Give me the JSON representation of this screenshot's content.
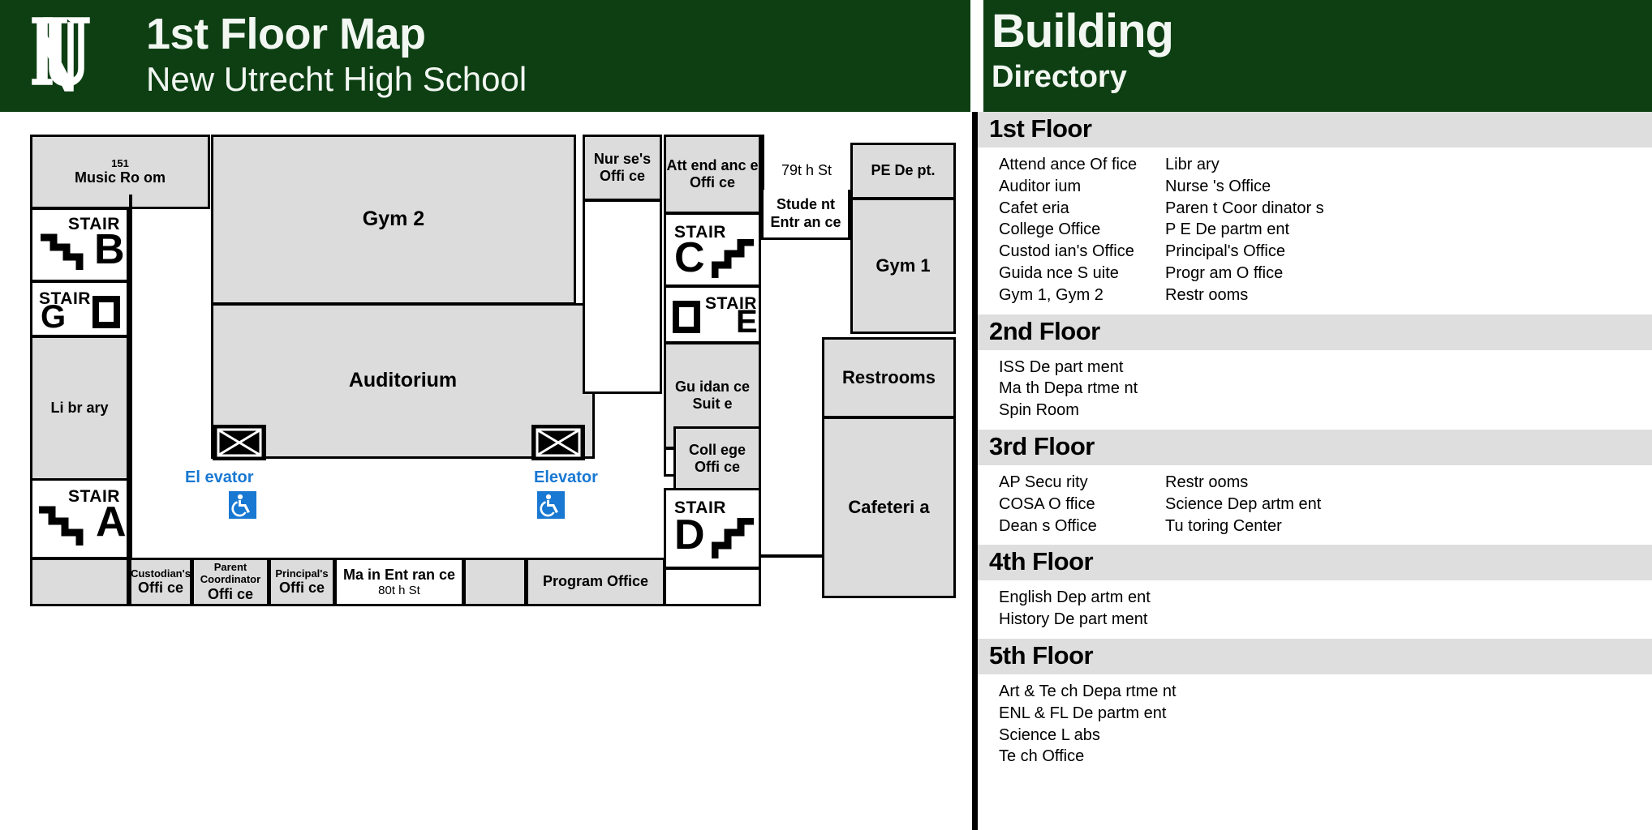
{
  "header": {
    "logo_alt": "nu-monogram-logo",
    "title": "1st Floor Map",
    "subtitle": "New Utrecht High School",
    "directory_title": "Building",
    "directory_title2": "Directory",
    "green": "#0d3f13"
  },
  "directory": {
    "sections": [
      {
        "floor": "1st Floor",
        "col1": [
          "Attend ance Of fice",
          "Auditor ium",
          "Cafet eria",
          "College  Office",
          "Custod ian's Office",
          "Guida nce S uite",
          "Gym  1, Gym  2"
        ],
        "col2": [
          "Libr ary",
          "Nurse 's  Office",
          "Paren t Coor dinator s",
          "P E De partm ent",
          "Principal's Office",
          "Progr am O ffice",
          "Restr ooms"
        ]
      },
      {
        "floor": "2nd Floor",
        "col1": [
          "ISS De part ment",
          "Ma th Depa rtme nt",
          "Spin Room"
        ],
        "col2": []
      },
      {
        "floor": "3rd Floor",
        "col1": [
          "AP Secu rity",
          "COSA O ffice",
          "Dean s Office"
        ],
        "col2": [
          "Restr ooms",
          "Science Dep artm ent",
          "Tu toring  Center"
        ]
      },
      {
        "floor": "4th Floor",
        "col1": [
          "English Dep artm ent",
          "History  De part ment"
        ],
        "col2": []
      },
      {
        "floor": "5th Floor",
        "col1": [
          "Art &  Te ch Depa rtme nt",
          "ENL & FL De partm ent",
          "Science L abs",
          "Te ch Office"
        ],
        "col2": []
      }
    ]
  },
  "map": {
    "rooms": {
      "music": {
        "number": "151",
        "name": "Music Ro om"
      },
      "gym2": "Gym 2",
      "auditorium": "Auditorium",
      "library": "Li br ary",
      "nurses": "Nur se's Offi ce",
      "attendance": "Att end anc e Offi ce",
      "guidance": "Gu idan ce Suit e",
      "college": "Coll ege Offi ce",
      "pedept": "PE De pt.",
      "gym1": "Gym 1",
      "restrooms": "Restrooms",
      "cafeteria": "Cafeteri a",
      "custodians_small": "Custodian's",
      "custodians_big": "Offi ce",
      "parent_small": "Parent Coordinator",
      "parent_big": "Offi ce",
      "principals_small": "Principal's",
      "principals_big": "Offi ce",
      "program": "Program  Office",
      "student_entrance": "Stude nt Entr an ce"
    },
    "stairs": [
      {
        "id": "B",
        "word": "STAIR",
        "letter": "B"
      },
      {
        "id": "G",
        "word": "STAIR",
        "letter": "G"
      },
      {
        "id": "A",
        "word": "STAIR",
        "letter": "A"
      },
      {
        "id": "C",
        "word": "STAIR",
        "letter": "C"
      },
      {
        "id": "E",
        "word": "STAIR",
        "letter": "E"
      },
      {
        "id": "D",
        "word": "STAIR",
        "letter": "D"
      }
    ],
    "elevators": [
      {
        "label": "El evator"
      },
      {
        "label": "Elevator"
      }
    ],
    "streets": {
      "st79": "79t h St",
      "main_entrance": "Ma in Ent ran ce",
      "st80": "80t h St"
    },
    "colors": {
      "room_fill": "#dcdcdc",
      "elevator_blue": "#1878d2",
      "outline": "#000000"
    }
  }
}
